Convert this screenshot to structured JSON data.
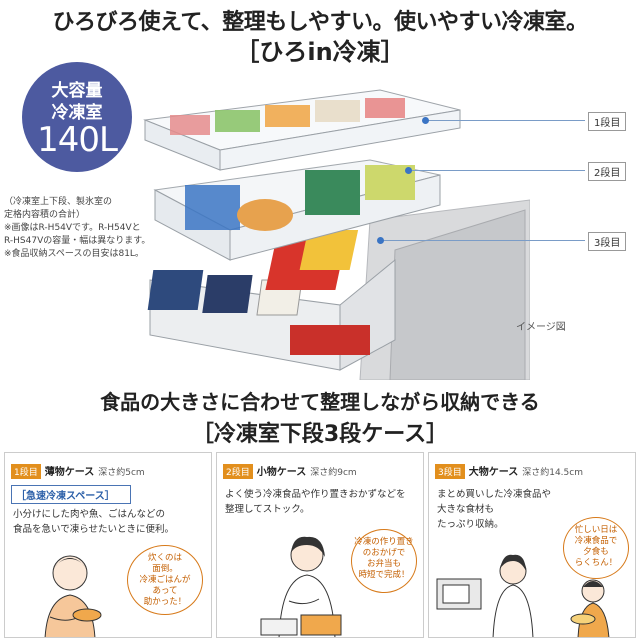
{
  "hero": {
    "title": "ひろびろ使えて、整理もしやすい。使いやすい冷凍室。",
    "subtitle": "［ひろin冷凍］"
  },
  "badge": {
    "line1": "大容量",
    "line2": "冷凍室",
    "capacity": "140L"
  },
  "notes": [
    "（冷凍室上下段、製氷室の",
    "定格内容積の合計）",
    "※画像はR-H54Vです。R-H54Vと",
    "R-HS47Vの容量・幅は異なります。",
    "※食品収納スペースの目安は81L。"
  ],
  "tiers": {
    "tier1": "1段目",
    "tier2": "2段目",
    "tier3": "3段目"
  },
  "image_note": "イメージ図",
  "section": {
    "title": "食品の大きさに合わせて整理しながら収納できる",
    "subtitle": "［冷凍室下段3段ケース］"
  },
  "cards": [
    {
      "tier": "1段目",
      "name": "薄物ケース",
      "depth": "深さ約5cm",
      "tag": "［急速冷凍スペース］",
      "desc": [
        "小分けにした肉や魚、ごはんなどの",
        "食品を急いで凍らせたいときに便利。"
      ],
      "bubble": [
        "炊くのは",
        "面倒。",
        "冷凍ごはんが",
        "あって",
        "助かった！"
      ]
    },
    {
      "tier": "2段目",
      "name": "小物ケース",
      "depth": "深さ約9cm",
      "desc": [
        "よく使う冷凍食品や作り置きおかずなどを",
        "整理してストック。"
      ],
      "bubble": [
        "冷凍の作り置き",
        "のおかげで",
        "お弁当も",
        "時短で完成！"
      ]
    },
    {
      "tier": "3段目",
      "name": "大物ケース",
      "depth": "深さ約14.5cm",
      "desc": [
        "まとめ買いした冷凍食品や",
        "大きな食材も",
        "たっぷり収納。"
      ],
      "bubble": [
        "忙しい日は",
        "冷凍食品で",
        "夕食も",
        "らくちん！"
      ]
    }
  ],
  "colors": {
    "badge": "#4d5aa0",
    "accent_orange": "#e28f1d",
    "tag_blue": "#2b5fa8",
    "guide_line": "#7a9cc7"
  }
}
